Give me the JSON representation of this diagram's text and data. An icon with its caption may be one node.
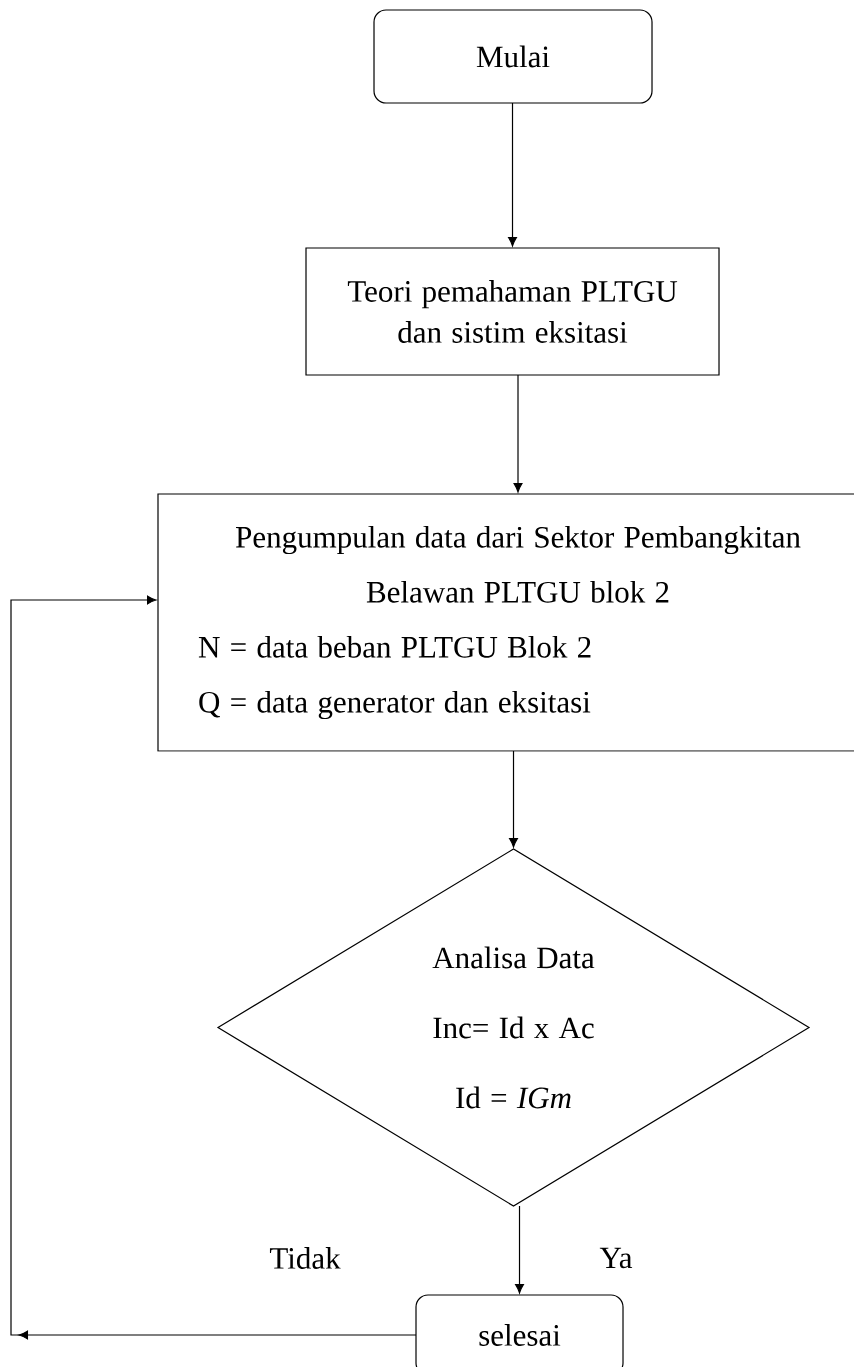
{
  "diagram": {
    "nodes": [
      {
        "text": [
          "Mulai"
        ]
      },
      {
        "text": [
          "Teori pemahaman PLTGU dan sistim eksitasi"
        ]
      },
      {
        "text": [
          "Pengumpulan data dari Sektor Pembangkitan Belawan PLTGU blok 2",
          "N = data beban PLTGU Blok 2",
          "Q = data generator dan eksitasi"
        ]
      },
      {
        "text": [
          "Analisa Data",
          "Inc= Id x Ac",
          "Id = *IGm*"
        ]
      },
      {
        "text": [
          "selesai"
        ]
      }
    ],
    "edges": [
      {
        "from": 0,
        "to": 1,
        "arrow": "to"
      },
      {
        "from": 1,
        "to": 2,
        "arrow": "to"
      },
      {
        "from": 2,
        "to": 3,
        "arrow": "to"
      },
      {
        "from": 3,
        "to": 4,
        "arrow": "to",
        "label": "Ya"
      },
      {
        "from": 4,
        "to": 2,
        "arrow": "to"
      }
    ],
    "labels": [
      "Tidak"
    ]
  }
}
